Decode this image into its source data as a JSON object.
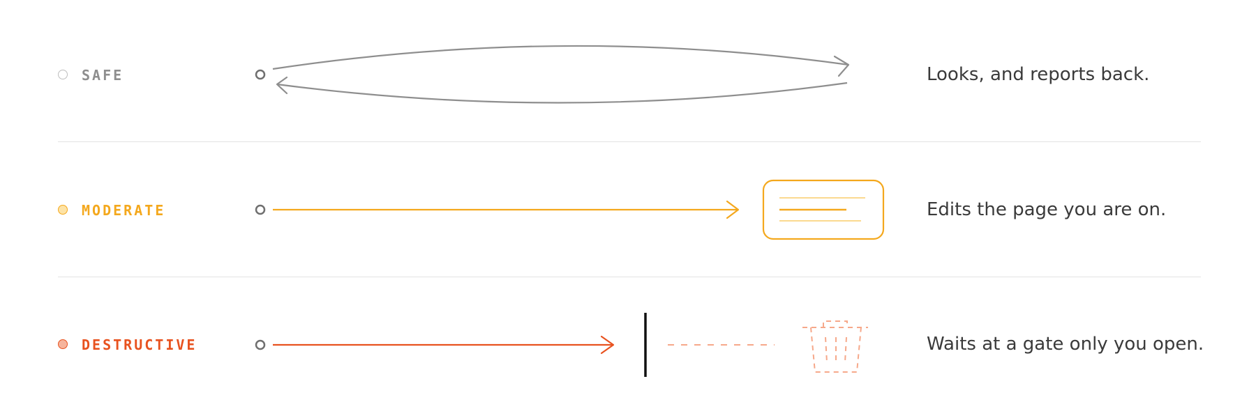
{
  "colors": {
    "safe": "#8e8e8e",
    "moderate": "#f4a81d",
    "destructive": "#e8521f",
    "gate": "#111111",
    "origin": "#6f6f6f",
    "text": "#3a3a3a",
    "divider": "#e3e3e3"
  },
  "rows": [
    {
      "level": "SAFE",
      "description": "Looks, and reports back.",
      "dot_icon": "hollow-circle-icon",
      "graphic": "round-trip-arrow"
    },
    {
      "level": "MODERATE",
      "description": "Edits the page you are on.",
      "dot_icon": "amber-circle-icon",
      "graphic": "arrow-to-page-card"
    },
    {
      "level": "DESTRUCTIVE",
      "description": "Waits at a gate only you open.",
      "dot_icon": "red-circle-icon",
      "graphic": "arrow-blocked-by-gate-before-trash"
    }
  ]
}
